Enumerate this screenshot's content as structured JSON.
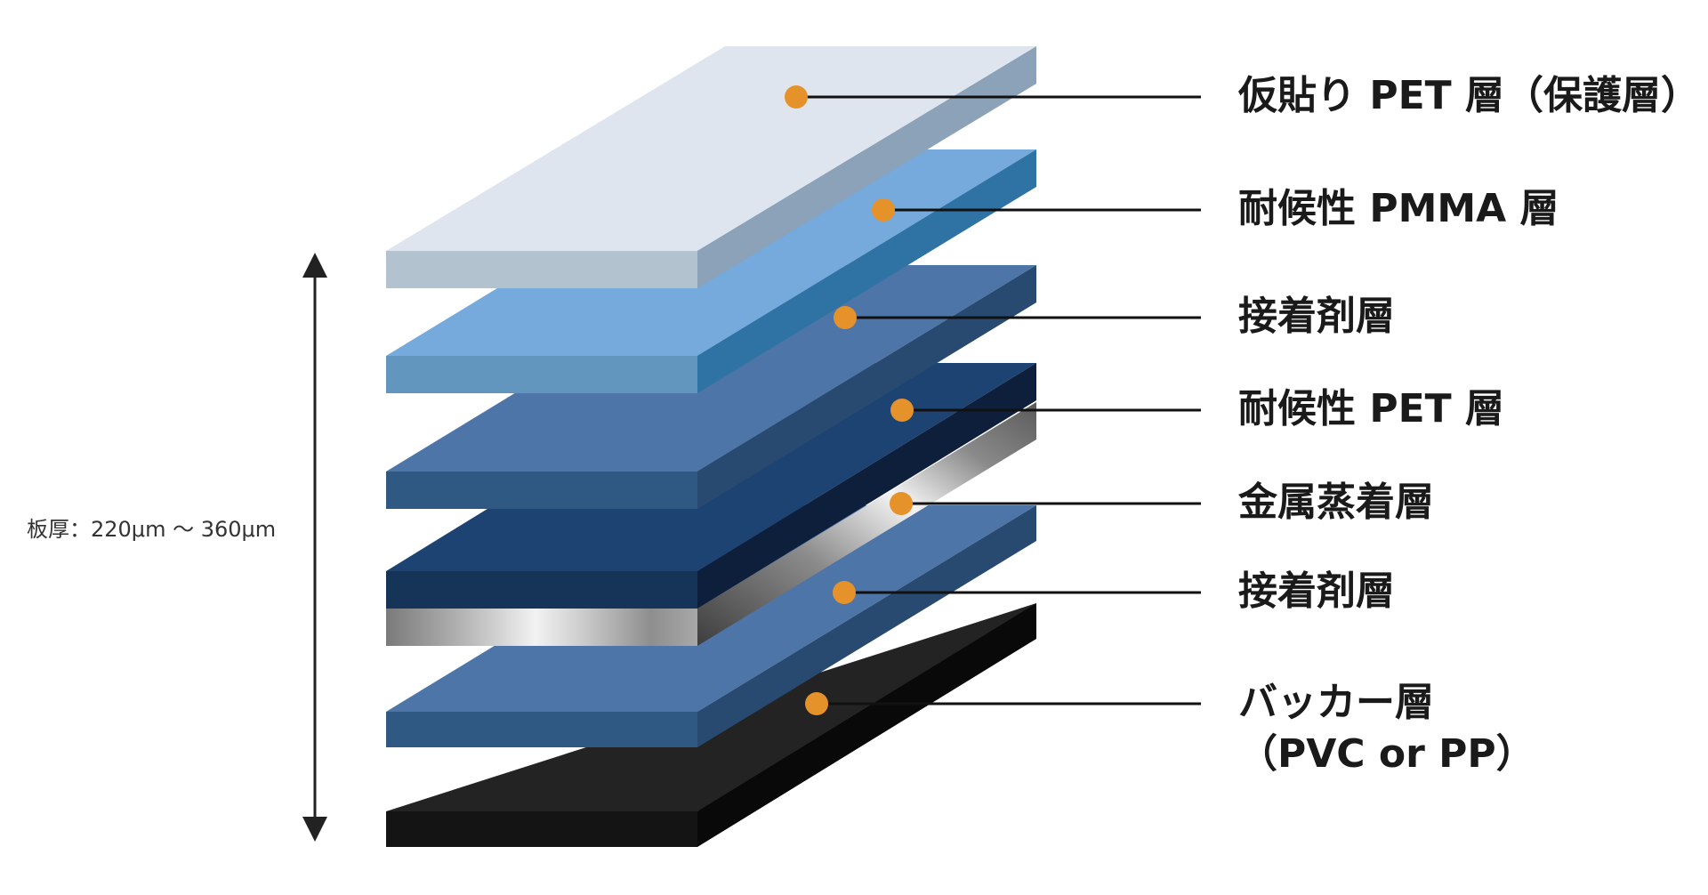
{
  "thickness_label": "板厚：220μm ～ 360μm",
  "layers": [
    {
      "id": "pet-protect",
      "label_lines": [
        "仮貼り PET 層（保護層）"
      ],
      "colors": {
        "top": "#dfe5ee",
        "front": "#b2c2cf",
        "side": "#8ba2b8"
      }
    },
    {
      "id": "pmma",
      "label_lines": [
        "耐候性 PMMA 層"
      ],
      "colors": {
        "top": "#76a9dc",
        "front": "#6396bf",
        "side": "#2f73a5"
      }
    },
    {
      "id": "adhesive-1",
      "label_lines": [
        "接着剤層"
      ],
      "colors": {
        "top": "#4e75a7",
        "front": "#2f5983",
        "side": "#284a70"
      }
    },
    {
      "id": "pet-weather",
      "label_lines": [
        "耐候性 PET 層"
      ],
      "colors": {
        "top": "#1d4372",
        "front": "#163457",
        "side": "#0d1f3b"
      }
    },
    {
      "id": "metal",
      "label_lines": [
        "金属蒸着層"
      ],
      "colors": {
        "top": "#d4d4d4",
        "front": "#9a9a9a",
        "side": "#6f6f6f"
      }
    },
    {
      "id": "adhesive-2",
      "label_lines": [
        "接着剤層"
      ],
      "colors": {
        "top": "#4e75a7",
        "front": "#2f5983",
        "side": "#284a70"
      }
    },
    {
      "id": "backer",
      "label_lines": [
        "バッカー層",
        "（PVC or PP）"
      ],
      "colors": {
        "top": "#232323",
        "front": "#141414",
        "side": "#090909"
      }
    }
  ],
  "accent_color": "#e6922a",
  "arrow_color": "#222222"
}
